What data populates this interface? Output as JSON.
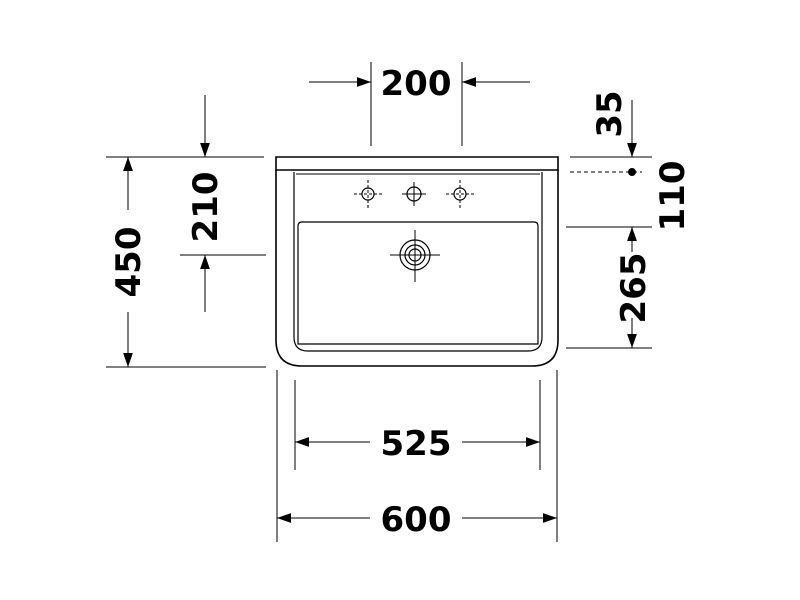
{
  "dimensions": {
    "top_spacing": "200",
    "rim_depth": "35",
    "overflow_height": "110",
    "height_total": "450",
    "faucet_offset": "210",
    "bowl_depth": "265",
    "inner_width": "525",
    "outer_width": "600"
  },
  "colors": {
    "line": "#000000",
    "background": "#ffffff"
  }
}
